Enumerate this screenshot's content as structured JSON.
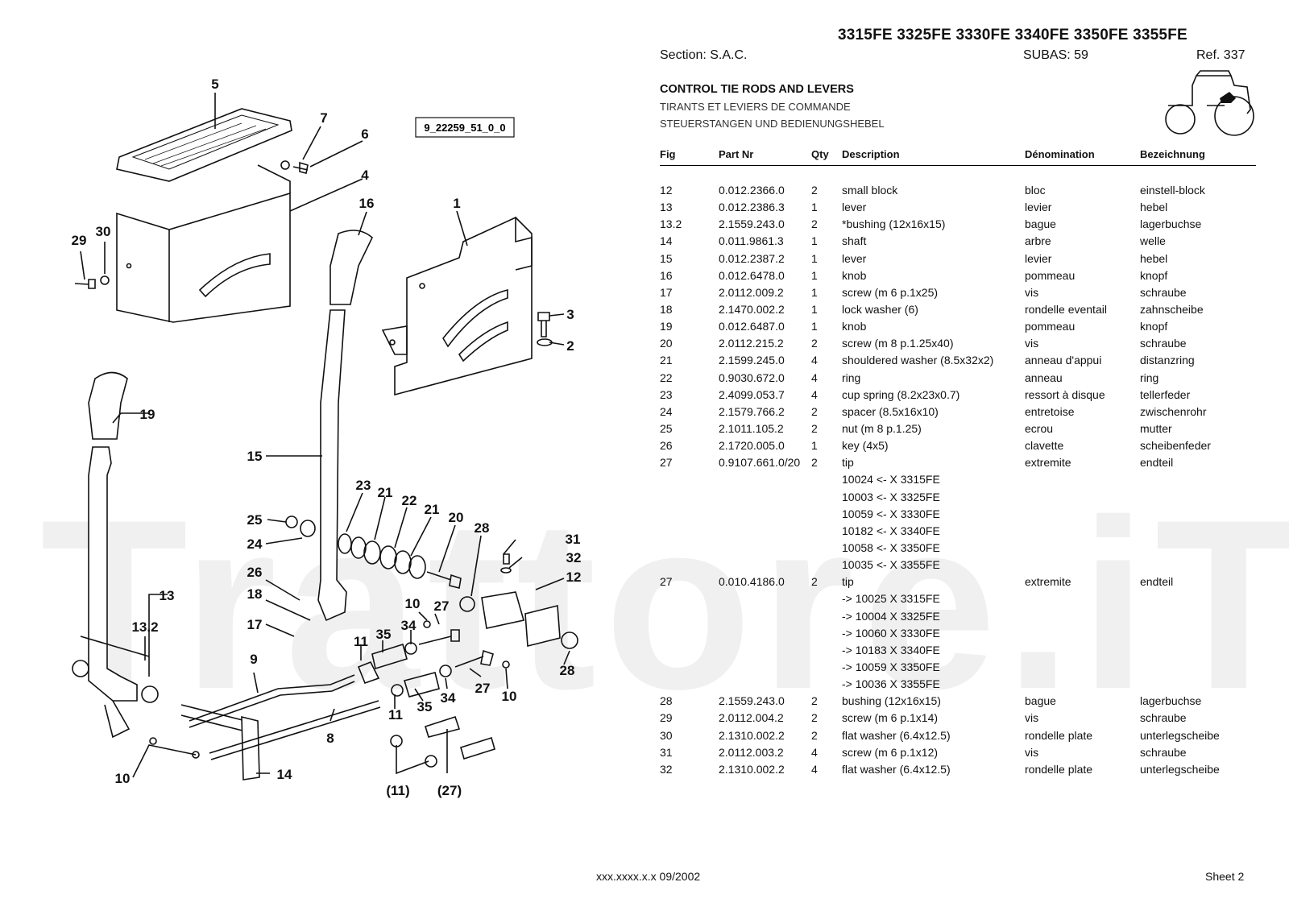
{
  "header": {
    "models": "3315FE 3325FE 3330FE 3340FE 3350FE 3355FE",
    "section": "Section: S.A.C.",
    "subas": "SUBAS: 59",
    "ref": "Ref. 337",
    "title_en": "CONTROL TIE RODS AND LEVERS",
    "title_fr": "TIRANTS ET LEVIERS DE COMMANDE",
    "title_de": "STEUERSTANGEN UND BEDIENUNGSHEBEL"
  },
  "diagram": {
    "code": "9_22259_51_0_0",
    "watermark": "Trattore.iT",
    "callouts": [
      "5",
      "7",
      "6",
      "4",
      "16",
      "1",
      "29",
      "30",
      "3",
      "2",
      "19",
      "15",
      "23",
      "21",
      "22",
      "21",
      "20",
      "28",
      "31",
      "25",
      "32",
      "24",
      "26",
      "12",
      "18",
      "13",
      "10",
      "27",
      "17",
      "11",
      "35",
      "34",
      "13.2",
      "9",
      "28",
      "27",
      "10",
      "35",
      "34",
      "11",
      "8",
      "10",
      "14",
      "(11)",
      "(27)"
    ]
  },
  "table": {
    "headers": [
      "Fig",
      "Part Nr",
      "Qty",
      "Description",
      "Dénomination",
      "Bezeichnung"
    ],
    "rows": [
      [
        "12",
        "0.012.2366.0",
        "2",
        "small block",
        "bloc",
        "einstell-block"
      ],
      [
        "13",
        "0.012.2386.3",
        "1",
        "lever",
        "levier",
        "hebel"
      ],
      [
        "13.2",
        "2.1559.243.0",
        "2",
        "*bushing (12x16x15)",
        "bague",
        "lagerbuchse"
      ],
      [
        "14",
        "0.011.9861.3",
        "1",
        "shaft",
        "arbre",
        "welle"
      ],
      [
        "15",
        "0.012.2387.2",
        "1",
        "lever",
        "levier",
        "hebel"
      ],
      [
        "16",
        "0.012.6478.0",
        "1",
        "knob",
        "pommeau",
        "knopf"
      ],
      [
        "17",
        "2.0112.009.2",
        "1",
        "screw (m 6 p.1x25)",
        "vis",
        "schraube"
      ],
      [
        "18",
        "2.1470.002.2",
        "1",
        "lock washer (6)",
        "rondelle eventail",
        "zahnscheibe"
      ],
      [
        "19",
        "0.012.6487.0",
        "1",
        "knob",
        "pommeau",
        "knopf"
      ],
      [
        "20",
        "2.0112.215.2",
        "2",
        "screw (m 8 p.1.25x40)",
        "vis",
        "schraube"
      ],
      [
        "21",
        "2.1599.245.0",
        "4",
        "shouldered washer (8.5x32x2)",
        "anneau d'appui",
        "distanzring"
      ],
      [
        "22",
        "0.9030.672.0",
        "4",
        "ring",
        "anneau",
        "ring"
      ],
      [
        "23",
        "2.4099.053.7",
        "4",
        "cup spring (8.2x23x0.7)",
        "ressort à disque",
        "tellerfeder"
      ],
      [
        "24",
        "2.1579.766.2",
        "2",
        "spacer (8.5x16x10)",
        "entretoise",
        "zwischenrohr"
      ],
      [
        "25",
        "2.1011.105.2",
        "2",
        "nut (m 8 p.1.25)",
        "ecrou",
        "mutter"
      ],
      [
        "26",
        "2.1720.005.0",
        "1",
        "key (4x5)",
        "clavette",
        "scheibenfeder"
      ],
      [
        "27",
        "0.9107.661.0/20",
        "2",
        "tip",
        "extremite",
        "endteil"
      ],
      [
        "",
        "",
        "",
        "10024 <- X 3315FE",
        "",
        ""
      ],
      [
        "",
        "",
        "",
        "10003 <- X 3325FE",
        "",
        ""
      ],
      [
        "",
        "",
        "",
        "10059 <- X 3330FE",
        "",
        ""
      ],
      [
        "",
        "",
        "",
        "10182 <- X 3340FE",
        "",
        ""
      ],
      [
        "",
        "",
        "",
        "10058 <- X 3350FE",
        "",
        ""
      ],
      [
        "",
        "",
        "",
        "10035 <- X 3355FE",
        "",
        ""
      ],
      [
        "27",
        "0.010.4186.0",
        "2",
        "tip",
        "extremite",
        "endteil"
      ],
      [
        "",
        "",
        "",
        "-> 10025 X  3315FE",
        "",
        ""
      ],
      [
        "",
        "",
        "",
        "-> 10004 X  3325FE",
        "",
        ""
      ],
      [
        "",
        "",
        "",
        "-> 10060 X  3330FE",
        "",
        ""
      ],
      [
        "",
        "",
        "",
        "-> 10183 X  3340FE",
        "",
        ""
      ],
      [
        "",
        "",
        "",
        "-> 10059 X  3350FE",
        "",
        ""
      ],
      [
        "",
        "",
        "",
        "-> 10036 X  3355FE",
        "",
        ""
      ],
      [
        "28",
        "2.1559.243.0",
        "2",
        "bushing (12x16x15)",
        "bague",
        "lagerbuchse"
      ],
      [
        "29",
        "2.0112.004.2",
        "2",
        "screw (m 6 p.1x14)",
        "vis",
        "schraube"
      ],
      [
        "30",
        "2.1310.002.2",
        "2",
        "flat washer (6.4x12.5)",
        "rondelle plate",
        "unterlegscheibe"
      ],
      [
        "31",
        "2.0112.003.2",
        "4",
        "screw (m 6 p.1x12)",
        "vis",
        "schraube"
      ],
      [
        "32",
        "2.1310.002.2",
        "4",
        "flat washer (6.4x12.5)",
        "rondelle plate",
        "unterlegscheibe"
      ]
    ]
  },
  "footer": {
    "code": "xxx.xxxx.x.x  09/2002",
    "sheet": "Sheet 2"
  }
}
